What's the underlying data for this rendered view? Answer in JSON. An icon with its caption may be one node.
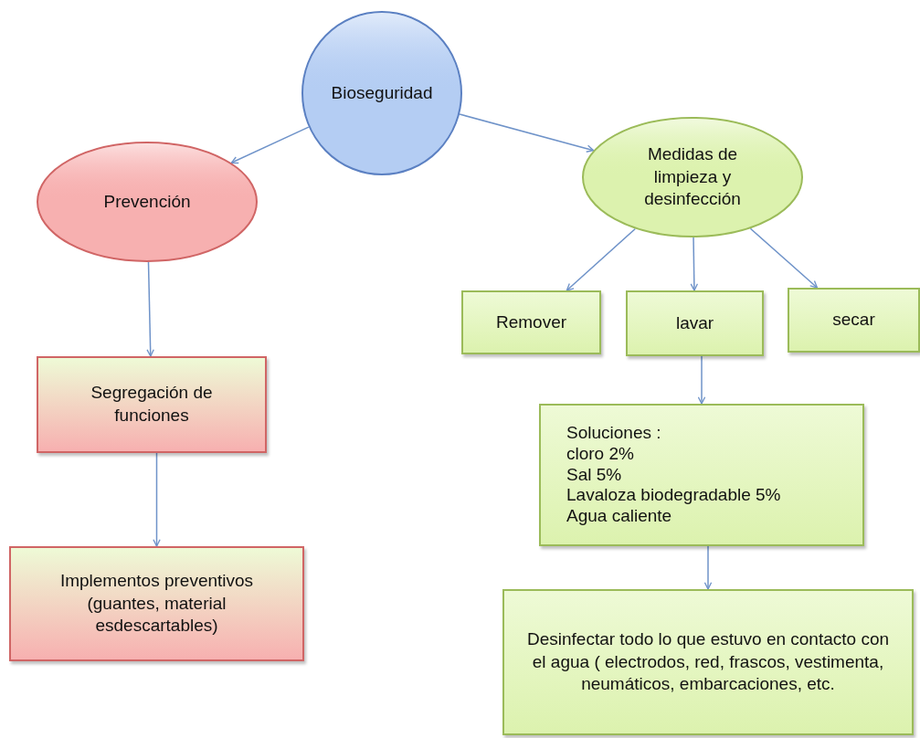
{
  "diagram": {
    "nodes": [
      {
        "text": [
          "Bioseguridad"
        ]
      },
      {
        "text": [
          "Prevención"
        ]
      },
      {
        "text": [
          "Medidas de limpieza y desinfección"
        ]
      },
      {
        "text": [
          "Segregación de funciones"
        ]
      },
      {
        "text": [
          "Implementos preventivos (guantes, material esdescartables)"
        ]
      },
      {
        "text": [
          "Remover"
        ]
      },
      {
        "text": [
          "lavar"
        ]
      },
      {
        "text": [
          "secar"
        ]
      },
      {
        "text": [
          "Soluciones :",
          "cloro 2%",
          "Sal 5%",
          "Lavaloza biodegradable 5%",
          "Agua caliente"
        ]
      },
      {
        "text": [
          "Desinfectar todo lo que estuvo en contacto con el agua ( electrodos, red, frascos, vestimenta, neumáticos, embarcaciones, etc."
        ]
      }
    ],
    "edges": [
      {
        "from": 0,
        "to": 1,
        "arrow": "to"
      },
      {
        "from": 0,
        "to": 2,
        "arrow": "to"
      },
      {
        "from": 1,
        "to": 3,
        "arrow": "to"
      },
      {
        "from": 3,
        "to": 4,
        "arrow": "to"
      },
      {
        "from": 2,
        "to": 5,
        "arrow": "to"
      },
      {
        "from": 2,
        "to": 6,
        "arrow": "to"
      },
      {
        "from": 2,
        "to": 7,
        "arrow": "to"
      },
      {
        "from": 6,
        "to": 8,
        "arrow": "to"
      },
      {
        "from": 8,
        "to": 9,
        "arrow": "to"
      }
    ]
  }
}
